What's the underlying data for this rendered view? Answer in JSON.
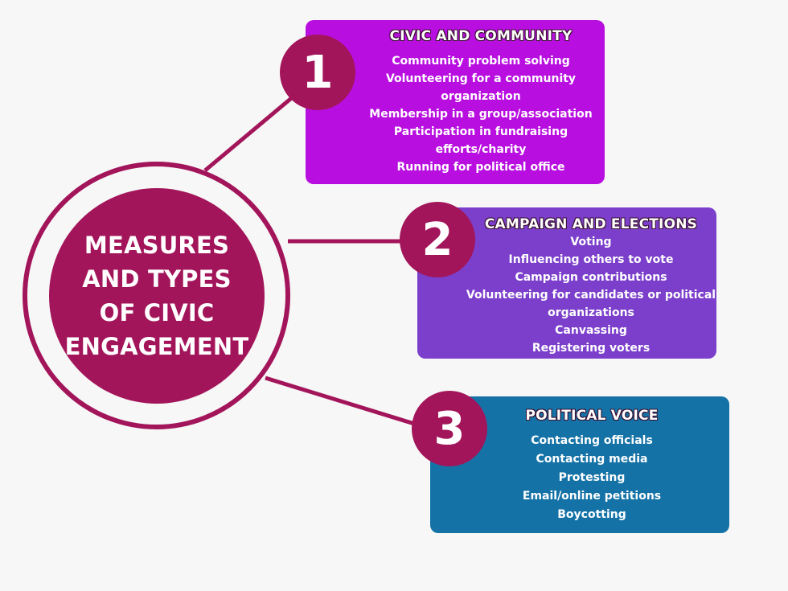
{
  "center": {
    "title": "MEASURES\nAND TYPES\nOF CIVIC\nENGAGEMENT"
  },
  "colors": {
    "accent": "#a3155a",
    "card1": "#b80fe0",
    "card2": "#7b3fcb",
    "card3": "#1472a6",
    "background": "#f7f7f7"
  },
  "sections": [
    {
      "number": "1",
      "title": "CIVIC AND COMMUNITY",
      "items": [
        "Community problem solving",
        "Volunteering for a community",
        "organization",
        "Membership in a group/association",
        "Participation in fundraising",
        "efforts/charity",
        "Running for political office"
      ]
    },
    {
      "number": "2",
      "title": "CAMPAIGN AND ELECTIONS",
      "items": [
        "Voting",
        "Influencing others to vote",
        "Campaign contributions",
        "Volunteering for candidates or political",
        "organizations",
        "Canvassing",
        "Registering voters"
      ]
    },
    {
      "number": "3",
      "title": "POLITICAL VOICE",
      "items": [
        "Contacting officials",
        "Contacting media",
        "Protesting",
        "Email/online petitions",
        "Boycotting"
      ]
    }
  ]
}
